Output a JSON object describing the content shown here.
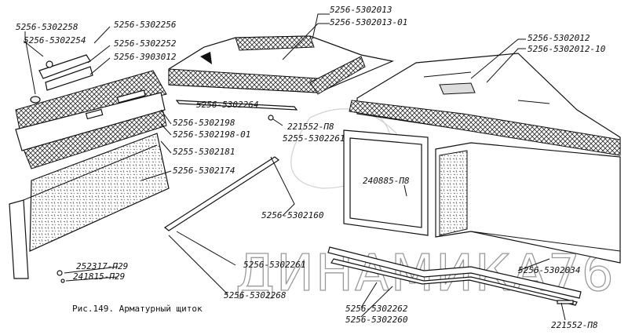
{
  "caption": "Рис.149. Арматурный щиток",
  "watermark": "ДИНАМИКА76",
  "labels": {
    "l_5302013": "5256-5302013",
    "l_5302013_01": "5256-5302013-01",
    "l_5302012": "5256-5302012",
    "l_5302012_10": "5256-5302012-10",
    "l_5302258": "5256-5302258",
    "l_5302256": "5256-5302256",
    "l_5302254": "5256-5302254",
    "l_5302252": "5256-5302252",
    "l_3903012": "5256-3903012",
    "l_5302264": "5256-5302264",
    "l_221552_top": "221552-П8",
    "l_5302261_top": "5255-5302261",
    "l_5302198": "5256-5302198",
    "l_5302198_01": "5256-5302198-01",
    "l_5302181": "5255-5302181",
    "l_5302174": "5256-5302174",
    "l_240885": "240885-П8",
    "l_5302160": "5256-5302160",
    "l_252317": "252317-П29",
    "l_241815": "241815-П29",
    "l_5302261_bot": "5256-5302261",
    "l_5302268": "5256-5302268",
    "l_5302034": "5256-5302034",
    "l_5302262": "5256-5302262",
    "l_5302260": "5256-5302260",
    "l_221552_bot": "221552-П8"
  }
}
